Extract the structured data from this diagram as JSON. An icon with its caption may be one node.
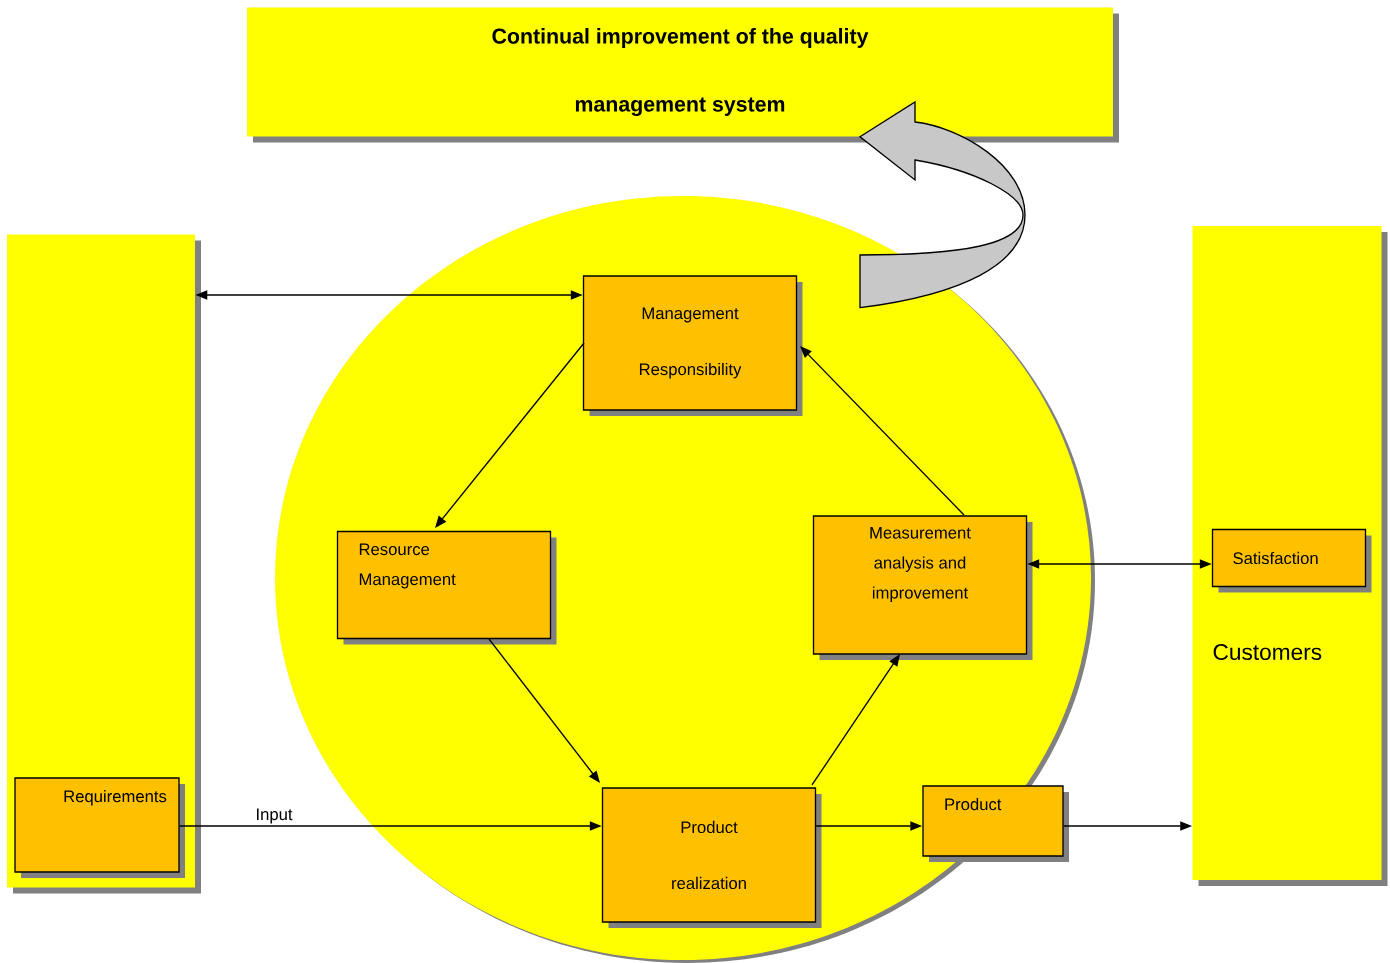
{
  "diagram": {
    "nodes": [
      {
        "text": [
          "Continual improvement of the quality management system"
        ]
      },
      {
        "text": [],
        "shape": "box"
      },
      {
        "text": [
          "Requirements"
        ],
        "in": 1
      },
      {
        "text": [],
        "shape": "circle"
      },
      {
        "text": [
          "Management Responsibility"
        ],
        "in": 3
      },
      {
        "text": [
          "Resource Management"
        ],
        "in": 3
      },
      {
        "text": [
          "Measurement analysis and improvement"
        ],
        "in": 3
      },
      {
        "text": [
          "Product realization"
        ],
        "in": 3
      },
      {
        "text": [
          "Product"
        ]
      },
      {
        "text": [
          "Customers"
        ]
      },
      {
        "text": [
          "Satisfaction"
        ],
        "in": 9
      }
    ],
    "edges": [
      {
        "from": 1,
        "to": 4,
        "arrow": "both"
      },
      {
        "from": 4,
        "to": 5,
        "arrow": "to"
      },
      {
        "from": 5,
        "to": 7,
        "arrow": "to"
      },
      {
        "from": 7,
        "to": 6,
        "arrow": "to"
      },
      {
        "from": 6,
        "to": 4,
        "arrow": "to"
      },
      {
        "from": 6,
        "to": 10,
        "arrow": "both"
      },
      {
        "from": 2,
        "to": 7,
        "arrow": "to",
        "label": "Input"
      },
      {
        "from": 7,
        "to": 8,
        "arrow": "to"
      },
      {
        "from": 8,
        "to": 9,
        "arrow": "to"
      },
      {
        "from": 3,
        "to": 0,
        "arrow": "to",
        "style": "thick",
        "color": "#c8c8c8"
      }
    ]
  }
}
